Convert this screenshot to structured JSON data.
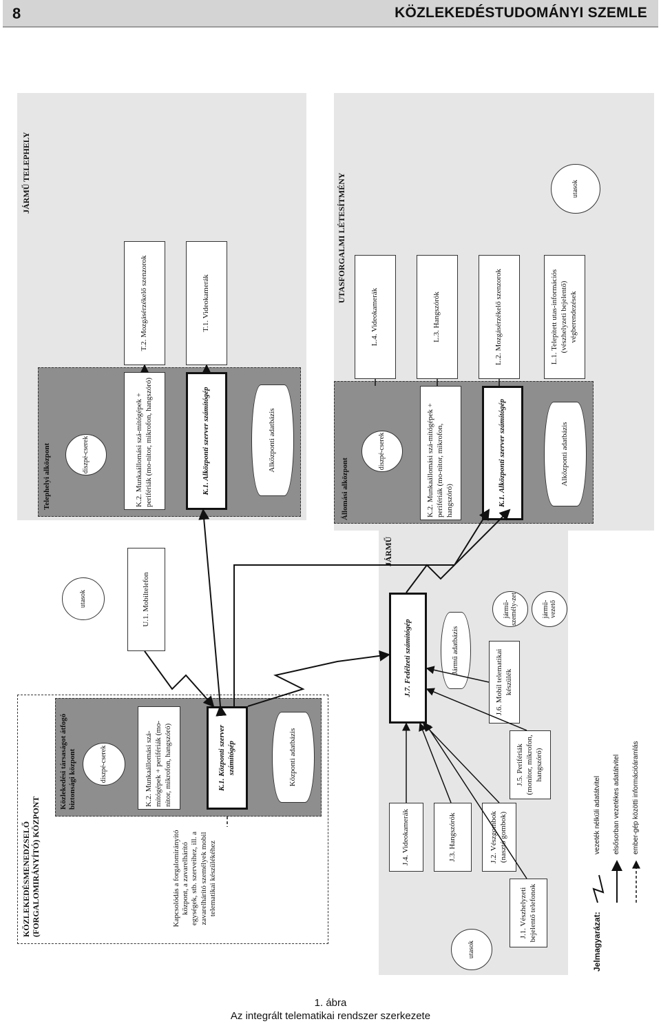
{
  "header": {
    "page_number": "8",
    "journal": "KÖZLEKEDÉSTUDOMÁNYI SZEMLE"
  },
  "figure": {
    "caption_number": "1. ábra",
    "caption_title": "Az integrált telematikai rendszer szerkezete",
    "zones": {
      "forgalom": {
        "title": "KÖZLEKEDÉSMENEDZSELŐ (FORGALOMIRÁNYÍTÓ) KÖZPONT",
        "center_label": "Közlekedési társaságot átfogó biztonsági központ",
        "dispatcher": "diszpé-cserek",
        "workstations": "K.2. Munkaállomási szá-mítógépek + perifériák (mo-nitor, mikrofon, hangszóró)",
        "server": "K.1. Központi szerver számítógép",
        "database": "Központi adatbázis",
        "note": "Kapcsolódás a forgalomirányító központ, a zavarelhárító egységek, stb. szerveihez, ill. a zavarelhárító személyek mobil telematikai készülékéhez"
      },
      "jarmu": {
        "title": "JÁRMŰ",
        "main": "J.7. Fedélzeti számítógép",
        "database": "Jármű adatbázis",
        "j1": "J.1. Vészhelyzeti bejelentő telefonok",
        "j2": "J.2. Vészgombok (nasztó gombok)",
        "j3": "J.3. Hangszórók",
        "j4": "J.4. Videokamerák",
        "j5": "J.5. Perifériák (monitor, mikrofon, hangszóró)",
        "j6": "J.6. Mobil telematikai készülék",
        "staff": "jármű-személy-zet",
        "driver": "jármű-vezető",
        "passengers": "utasok"
      },
      "mobil": {
        "phone": "U.1. Mobiltelefon",
        "passengers": "utasok"
      },
      "telephely": {
        "title": "JÁRMŰ TELEPHELY",
        "center_label": "Telephelyi alközpont",
        "dispatcher": "diszpé-cserek",
        "workstations": "K.2. Munkaállomási szá-mítógépek + perifériák (mo-nitor, mikrofon, hangszóró)",
        "server": "K.1. Alközponti szerver számítógép",
        "database": "Alközponti adatbázis",
        "t1": "T.1. Videokamerák",
        "t2": "T.2. Mozgásérzékelő szenzorok"
      },
      "letesitmeny": {
        "title": "UTASFORGALMI LÉTESÍTMÉNY",
        "center_label": "Állomási alközpont",
        "dispatcher": "diszpé-cserek",
        "workstations": "K.2. Munkaállomási szá-mítógépek + perifériák (mo-nitor, mikrofon, hangszóró)",
        "server": "K.1. Alközponti szerver számítógép",
        "database": "Alközponti adatbázis",
        "l1": "L.1. Telepített utas-információs (vészhelyzeti bejelentő) végberendezések",
        "l2": "L.2. Mozgásérzékelő szenzorok",
        "l3": "L.3. Hangszórók",
        "l4": "L.4. Videokamerák",
        "passengers": "utasok"
      }
    },
    "legend": {
      "title": "Jelmagyarázat:",
      "wireless": "vezeték nélküli adatátvitel",
      "wired": "elsősorban vezetékes adatátvitel",
      "human_machine": "ember-gép közötti információáramlás"
    },
    "colors": {
      "zone_background": "#e6e6e6",
      "center_background": "#8e8e8e",
      "line": "#111111"
    }
  }
}
